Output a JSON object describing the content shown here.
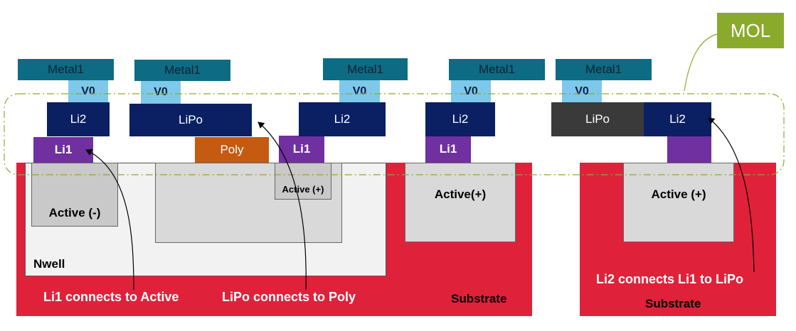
{
  "mol_label": "MOL",
  "metal": [
    "Metal1",
    "Metal1",
    "Metal1",
    "Metal1",
    "Metal1"
  ],
  "v0": [
    "V0",
    "V0",
    "V0",
    "V0",
    "V0"
  ],
  "li2": [
    "Li2",
    "Li2",
    "Li2",
    "Li2"
  ],
  "lipo": [
    "LiPo",
    "LiPo"
  ],
  "li1": [
    "Li1",
    "Li1",
    "Li1"
  ],
  "poly": "Poly",
  "active": [
    "Active (-)",
    "Active (+)",
    "Active(+)",
    "Active (+)"
  ],
  "nwell": "Nwell",
  "substrate": [
    "Substrate",
    "Substrate"
  ],
  "annotations": [
    "Li1 connects to Active",
    "LiPo connects to Poly",
    "Li2 connects Li1 to LiPo"
  ],
  "colors": {
    "substrate": "#e0213a",
    "metal1": "#0e6b84",
    "v0": "#7ec8ea",
    "li2": "#0b1f63",
    "li1": "#7030a0",
    "poly": "#c55a11",
    "lipo_gray": "#3a3a3a",
    "mol_badge": "#8aaa2c"
  }
}
